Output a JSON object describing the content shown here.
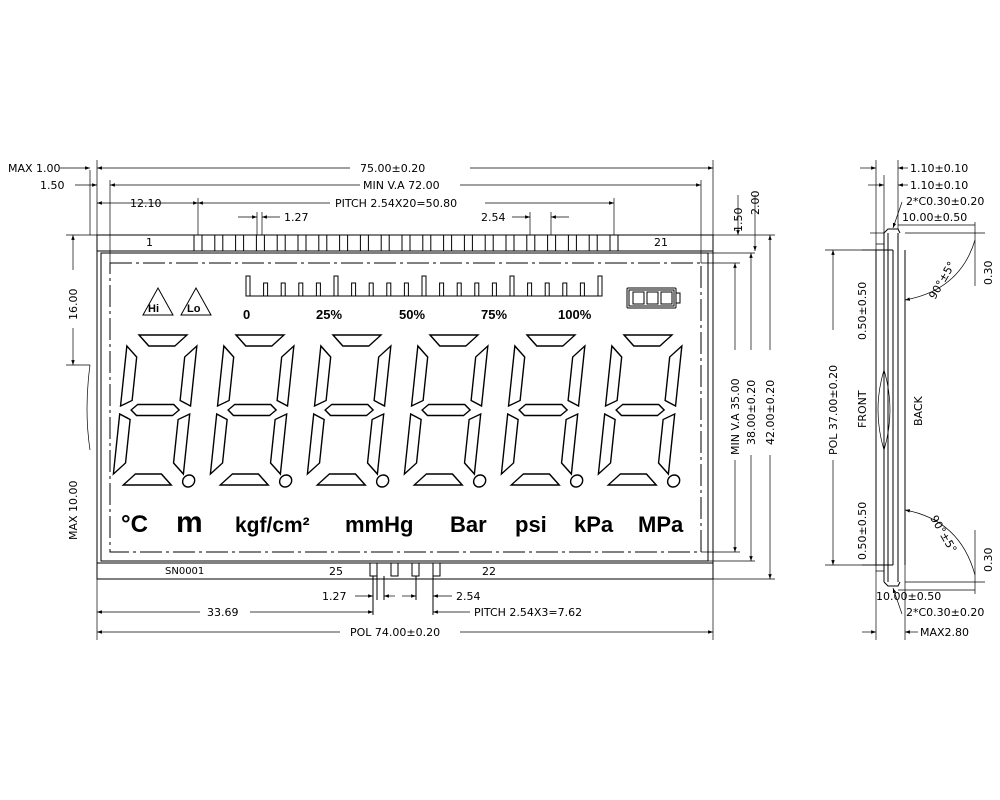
{
  "front": {
    "max_1_00": "MAX 1.00",
    "d_1_50": "1.50",
    "d_75": "75.00±0.20",
    "min_va_72": "MIN V.A 72.00",
    "d_12_10": "12.10",
    "pitch_top": "PITCH 2.54X20=50.80",
    "d_1_27_top": "1.27",
    "d_2_54_top": "2.54",
    "d_1_50_right": "1.50",
    "d_2_00_right": "2.00",
    "pin_1": "1",
    "pin_21": "21",
    "d_16": "16.00",
    "max_10": "MAX 10.00",
    "min_va_35": "MIN V.A 35.00",
    "d_38": "38.00±0.20",
    "d_42": "42.00±0.20",
    "sn": "SN0001",
    "pin_25": "25",
    "pin_22": "22",
    "d_1_27_bottom": "1.27",
    "d_2_54_bottom": "2.54",
    "pitch_bottom": "PITCH 2.54X3=7.62",
    "d_33_69": "33.69",
    "pol_74": "POL 74.00±0.20"
  },
  "lcd": {
    "hi": "Hi",
    "lo": "Lo",
    "bar_0": "0",
    "bar_25": "25%",
    "bar_50": "50%",
    "bar_75": "75%",
    "bar_100": "100%",
    "units": [
      "°C",
      "m",
      "kgf/cm²",
      "mmHg",
      "Bar",
      "psi",
      "kPa",
      "MPa"
    ]
  },
  "side": {
    "d_1_10_a": "1.10±0.10",
    "d_1_10_b": "1.10±0.10",
    "chamfer_top": "2*C0.30±0.20",
    "d_10_top": "10.00±0.50",
    "angle_top": "90°±5°",
    "d_0_30_top": "0.30",
    "d_0_50_top": "0.50±0.50",
    "pol_37": "POL 37.00±0.20",
    "front": "FRONT",
    "back": "BACK",
    "d_0_50_bottom": "0.50±0.50",
    "angle_bottom": "90°±5°",
    "d_0_30_bottom": "0.30",
    "d_10_bottom": "10.00±0.50",
    "chamfer_bottom": "2*C0.30±0.20",
    "max_2_80": "MAX2.80"
  }
}
